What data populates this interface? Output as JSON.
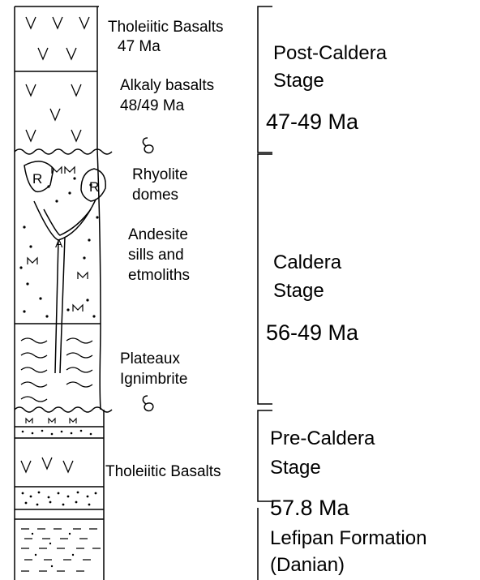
{
  "column_labels": {
    "tholeiitic_top_1": "Tholeiitic Basalts",
    "tholeiitic_top_2": "47 Ma",
    "alkaly_1": "Alkaly basalts",
    "alkaly_2": "48/49 Ma",
    "rhyolite_1": "Rhyolite",
    "rhyolite_2": "domes",
    "andesite_1": "Andesite",
    "andesite_2": "sills and",
    "andesite_3": "etmoliths",
    "plateaux_1": "Plateaux",
    "plateaux_2": "Ignimbrite",
    "tholeiitic_bottom": "Tholeiitic Basalts",
    "dome_letter_left": "R",
    "dome_letter_right": "R",
    "andesite_letter": "A"
  },
  "stages": {
    "post_caldera_1": "Post-Caldera",
    "post_caldera_2": "Stage",
    "post_caldera_age": "47-49 Ma",
    "caldera_1": "Caldera",
    "caldera_2": "Stage",
    "caldera_age": "56-49 Ma",
    "pre_caldera_1": "Pre-Caldera",
    "pre_caldera_2": "Stage",
    "pre_caldera_age": "57.8 Ma",
    "lefipan_1": "Lefipan Formation",
    "lefipan_2": "(Danian)"
  }
}
